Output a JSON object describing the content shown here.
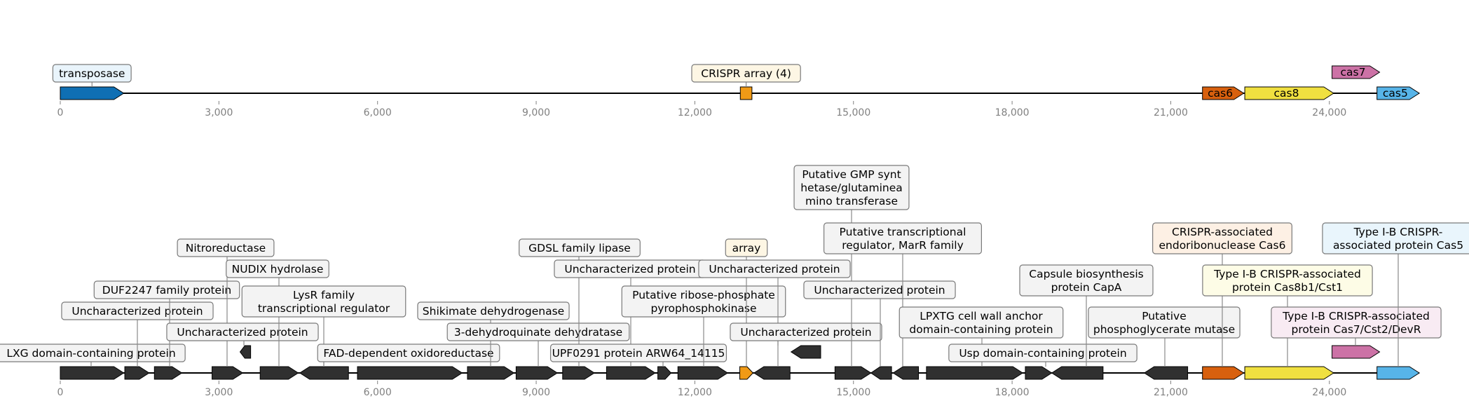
{
  "axis": {
    "min": 0,
    "max": 25500,
    "ticks": [
      "0",
      "3,000",
      "6,000",
      "9,000",
      "12,000",
      "15,000",
      "18,000",
      "21,000",
      "24,000"
    ]
  },
  "colors": {
    "transposase": "#0f6fb4",
    "array": "#f09a16",
    "cas6": "#d8600e",
    "cas8": "#f0e040",
    "cas7": "#cc72a6",
    "cas5": "#57b4e8",
    "other": "#303030",
    "box_default": "#f3f3f3",
    "box_transposase": "#e9f4fb",
    "box_array": "#fdf6e4",
    "box_cas6": "#fdf0e4",
    "box_cas8": "#fdfce6",
    "box_cas7": "#f8ebf3",
    "box_cas5": "#e9f5fc"
  },
  "track1": {
    "features": [
      {
        "start": 0,
        "end": 1200,
        "strand": 1,
        "type": "transposase",
        "label": "transposase"
      },
      {
        "start": 12860,
        "end": 13080,
        "strand": 0,
        "type": "array",
        "label": "CRISPR array (4)"
      },
      {
        "start": 21600,
        "end": 22380,
        "strand": 1,
        "type": "cas6",
        "label": "cas6"
      },
      {
        "start": 22400,
        "end": 24080,
        "strand": 1,
        "type": "cas8",
        "label": "cas8"
      },
      {
        "start": 24050,
        "end": 24950,
        "strand": 1,
        "type": "cas7",
        "label": "cas7"
      },
      {
        "start": 24900,
        "end": 25700,
        "strand": 1,
        "type": "cas5",
        "label": "cas5"
      }
    ]
  },
  "track2": {
    "features": [
      {
        "start": 0,
        "end": 1200,
        "strand": 1,
        "type": "other",
        "label": "LXG domain-containing protein"
      },
      {
        "start": 1220,
        "end": 1680,
        "strand": 1,
        "type": "other",
        "label": "Uncharacterized protein"
      },
      {
        "start": 1780,
        "end": 2300,
        "strand": 1,
        "type": "other",
        "label": "DUF2247 family protein"
      },
      {
        "start": 2870,
        "end": 3450,
        "strand": 1,
        "type": "other",
        "label": "Nitroreductase"
      },
      {
        "start": 3400,
        "end": 3600,
        "strand": -1,
        "type": "other",
        "label": "Uncharacterized protein"
      },
      {
        "start": 3780,
        "end": 4500,
        "strand": 1,
        "type": "other",
        "label": "NUDIX hydrolase"
      },
      {
        "start": 4530,
        "end": 5450,
        "strand": -1,
        "type": "other",
        "label": "LysR family transcriptional regulator"
      },
      {
        "start": 5620,
        "end": 7600,
        "strand": 1,
        "type": "other",
        "label": "FAD-dependent oxidoreductase"
      },
      {
        "start": 7700,
        "end": 8580,
        "strand": 1,
        "type": "other",
        "label": "Shikimate dehydrogenase"
      },
      {
        "start": 8620,
        "end": 9400,
        "strand": 1,
        "type": "other",
        "label": "3-dehydroquinate dehydratase"
      },
      {
        "start": 9500,
        "end": 10100,
        "strand": 1,
        "type": "other",
        "label": "GDSL family lipase"
      },
      {
        "start": 10330,
        "end": 11250,
        "strand": 1,
        "type": "other",
        "label": "Uncharacterized protein"
      },
      {
        "start": 11300,
        "end": 11550,
        "strand": 1,
        "type": "other",
        "label": "UPF0291 protein ARW64_14115"
      },
      {
        "start": 11680,
        "end": 12620,
        "strand": 1,
        "type": "other",
        "label": "Putative ribose-phosphate pyrophosphokinase"
      },
      {
        "start": 12850,
        "end": 13100,
        "strand": 1,
        "type": "array",
        "label": "array"
      },
      {
        "start": 13120,
        "end": 13800,
        "strand": -1,
        "type": "other",
        "label": "Uncharacterized protein"
      },
      {
        "start": 13820,
        "end": 14380,
        "strand": -1,
        "type": "other",
        "label": "Uncharacterized protein"
      },
      {
        "start": 14650,
        "end": 15330,
        "strand": 1,
        "type": "other",
        "label": "Putative GMP synthetase/glutamine aminotransferase"
      },
      {
        "start": 15330,
        "end": 15720,
        "strand": -1,
        "type": "other",
        "label": "Uncharacterized protein"
      },
      {
        "start": 15750,
        "end": 16230,
        "strand": -1,
        "type": "other",
        "label": "Putative transcriptional regulator, MarR family"
      },
      {
        "start": 16380,
        "end": 18200,
        "strand": 1,
        "type": "other",
        "label": "LPXTG cell wall anchor domain-containing protein"
      },
      {
        "start": 18250,
        "end": 18750,
        "strand": 1,
        "type": "other",
        "label": "Usp domain-containing protein"
      },
      {
        "start": 18750,
        "end": 19720,
        "strand": -1,
        "type": "other",
        "label": "Capsule biosynthesis protein CapA"
      },
      {
        "start": 20500,
        "end": 21320,
        "strand": -1,
        "type": "other",
        "label": "Putative phosphoglycerate mutase"
      },
      {
        "start": 21600,
        "end": 22380,
        "strand": 1,
        "type": "cas6",
        "label": "CRISPR-associated endoribonuclease Cas6"
      },
      {
        "start": 22400,
        "end": 24080,
        "strand": 1,
        "type": "cas8",
        "label": "Type I-B CRISPR-associated protein Cas8b1/Cst1"
      },
      {
        "start": 24050,
        "end": 24950,
        "strand": 1,
        "type": "cas7",
        "label": "Type I-B CRISPR-associated protein Cas7/Cst2/DevR"
      },
      {
        "start": 24900,
        "end": 25700,
        "strand": 1,
        "type": "cas5",
        "label": "Type I-B CRISPR-associated protein Cas5"
      }
    ]
  },
  "labels1": [
    {
      "lines": [
        "transposase"
      ],
      "fid": 0
    },
    {
      "lines": [
        "CRISPR array (4)"
      ],
      "fid": 1
    },
    {
      "lines": [
        "cas6"
      ],
      "fid": 2,
      "inside": true,
      "color": "#ffffff"
    },
    {
      "lines": [
        "cas8"
      ],
      "fid": 3,
      "inside": true,
      "color": "#000000"
    },
    {
      "lines": [
        "cas7"
      ],
      "fid": 4,
      "inside": true,
      "color": "#000000"
    },
    {
      "lines": [
        "cas5"
      ],
      "fid": 5,
      "inside": true,
      "color": "#000000"
    }
  ],
  "labels2": [
    {
      "lines": [
        "LXG domain-containing protein"
      ],
      "fid": 0
    },
    {
      "lines": [
        "Uncharacterized protein"
      ],
      "fid": 1
    },
    {
      "lines": [
        "DUF2247 family protein"
      ],
      "fid": 2
    },
    {
      "lines": [
        "Nitroreductase"
      ],
      "fid": 3
    },
    {
      "lines": [
        "Uncharacterized protein"
      ],
      "fid": 4
    },
    {
      "lines": [
        "NUDIX hydrolase"
      ],
      "fid": 5
    },
    {
      "lines": [
        "LysR family",
        "transcriptional regulator"
      ],
      "fid": 6
    },
    {
      "lines": [
        "FAD-dependent oxidoreductase"
      ],
      "fid": 7
    },
    {
      "lines": [
        "Shikimate dehydrogenase"
      ],
      "fid": 8
    },
    {
      "lines": [
        "3-dehydroquinate dehydratase"
      ],
      "fid": 9
    },
    {
      "lines": [
        "GDSL family lipase"
      ],
      "fid": 10
    },
    {
      "lines": [
        "Uncharacterized protein"
      ],
      "fid": 11
    },
    {
      "lines": [
        "UPF0291 protein ARW64_14115"
      ],
      "fid": 12
    },
    {
      "lines": [
        "Putative ribose-phosphate",
        "pyrophosphokinase"
      ],
      "fid": 13
    },
    {
      "lines": [
        "array"
      ],
      "fid": 14
    },
    {
      "lines": [
        "Uncharacterized protein"
      ],
      "fid": 15
    },
    {
      "lines": [
        "Uncharacterized protein"
      ],
      "fid": 16
    },
    {
      "lines": [
        "Putative GMP synt",
        "hetase/glutaminea",
        "mino transferase"
      ],
      "fid": 17
    },
    {
      "lines": [
        "Uncharacterized protein"
      ],
      "fid": 18
    },
    {
      "lines": [
        "Putative transcriptional",
        "regulator, MarR family"
      ],
      "fid": 19
    },
    {
      "lines": [
        "LPXTG cell wall anchor",
        "domain-containing protein"
      ],
      "fid": 20
    },
    {
      "lines": [
        "Usp domain-containing protein"
      ],
      "fid": 21
    },
    {
      "lines": [
        "Capsule biosynthesis",
        "protein CapA"
      ],
      "fid": 22
    },
    {
      "lines": [
        "Putative",
        "phosphoglycerate mutase"
      ],
      "fid": 23
    },
    {
      "lines": [
        "CRISPR-associated",
        "endoribonuclease Cas6"
      ],
      "fid": 24
    },
    {
      "lines": [
        "Type I-B CRISPR-associated",
        "protein Cas8b1/Cst1"
      ],
      "fid": 25
    },
    {
      "lines": [
        "Type I-B CRISPR-associated",
        "protein Cas7/Cst2/DevR"
      ],
      "fid": 26
    },
    {
      "lines": [
        "Type I-B CRISPR-",
        "associated protein Cas5"
      ],
      "fid": 27
    }
  ]
}
